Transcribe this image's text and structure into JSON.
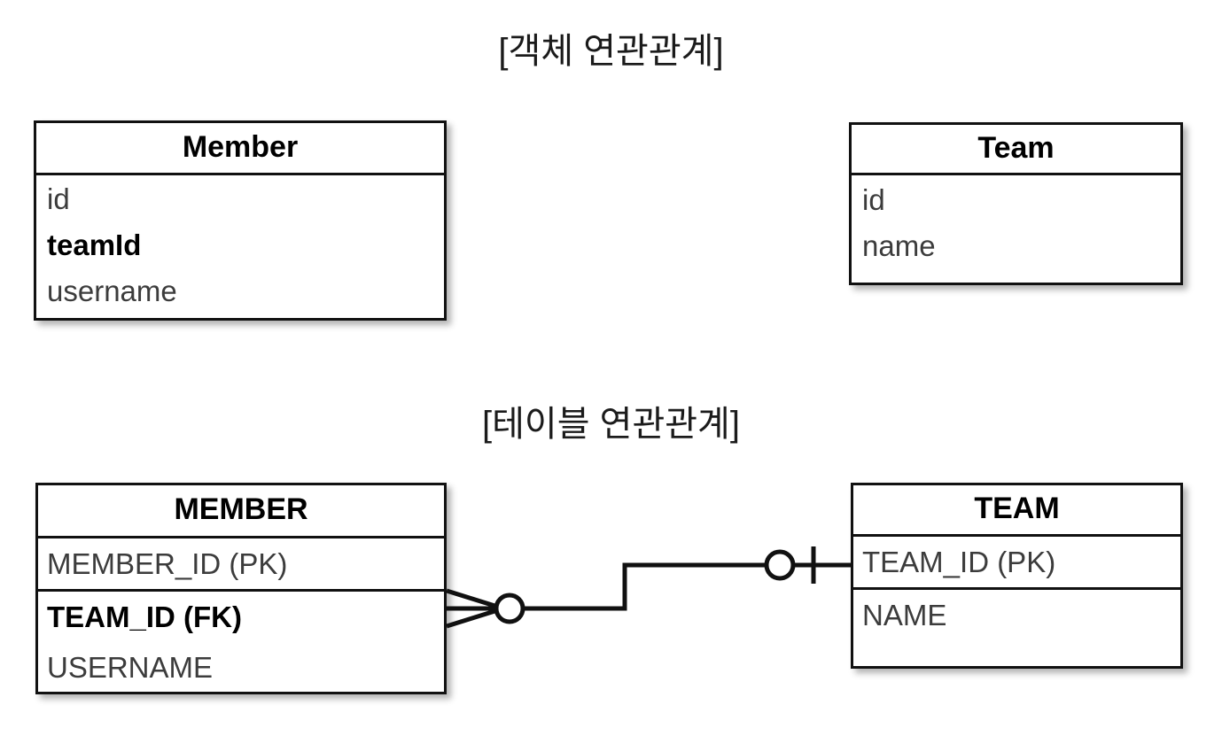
{
  "page": {
    "background": "#ffffff",
    "line_color": "#111111",
    "field_color": "#3c3c3c",
    "emphasis_color": "#000000"
  },
  "sections": {
    "object": {
      "title": "[객체 연관관계]",
      "member": {
        "header": "Member",
        "fields": [
          {
            "label": "id",
            "emphasis": false
          },
          {
            "label": "teamId",
            "emphasis": true
          },
          {
            "label": "username",
            "emphasis": false
          }
        ]
      },
      "team": {
        "header": "Team",
        "fields": [
          {
            "label": "id",
            "emphasis": false
          },
          {
            "label": "name",
            "emphasis": false
          }
        ]
      }
    },
    "table": {
      "title": "[테이블 연관관계]",
      "member": {
        "header": "MEMBER",
        "pk_field": "MEMBER_ID (PK)",
        "fields": [
          {
            "label": "TEAM_ID (FK)",
            "emphasis": true
          },
          {
            "label": "USERNAME",
            "emphasis": false
          }
        ]
      },
      "team": {
        "header": "TEAM",
        "pk_field": "TEAM_ID (PK)",
        "fields": [
          {
            "label": "NAME",
            "emphasis": false
          }
        ]
      },
      "relationship": {
        "member_side_notation": "zero-or-many (crow's foot with circle)",
        "team_side_notation": "zero-or-one (circle with tick)",
        "line_style": "orthogonal-step"
      }
    }
  }
}
